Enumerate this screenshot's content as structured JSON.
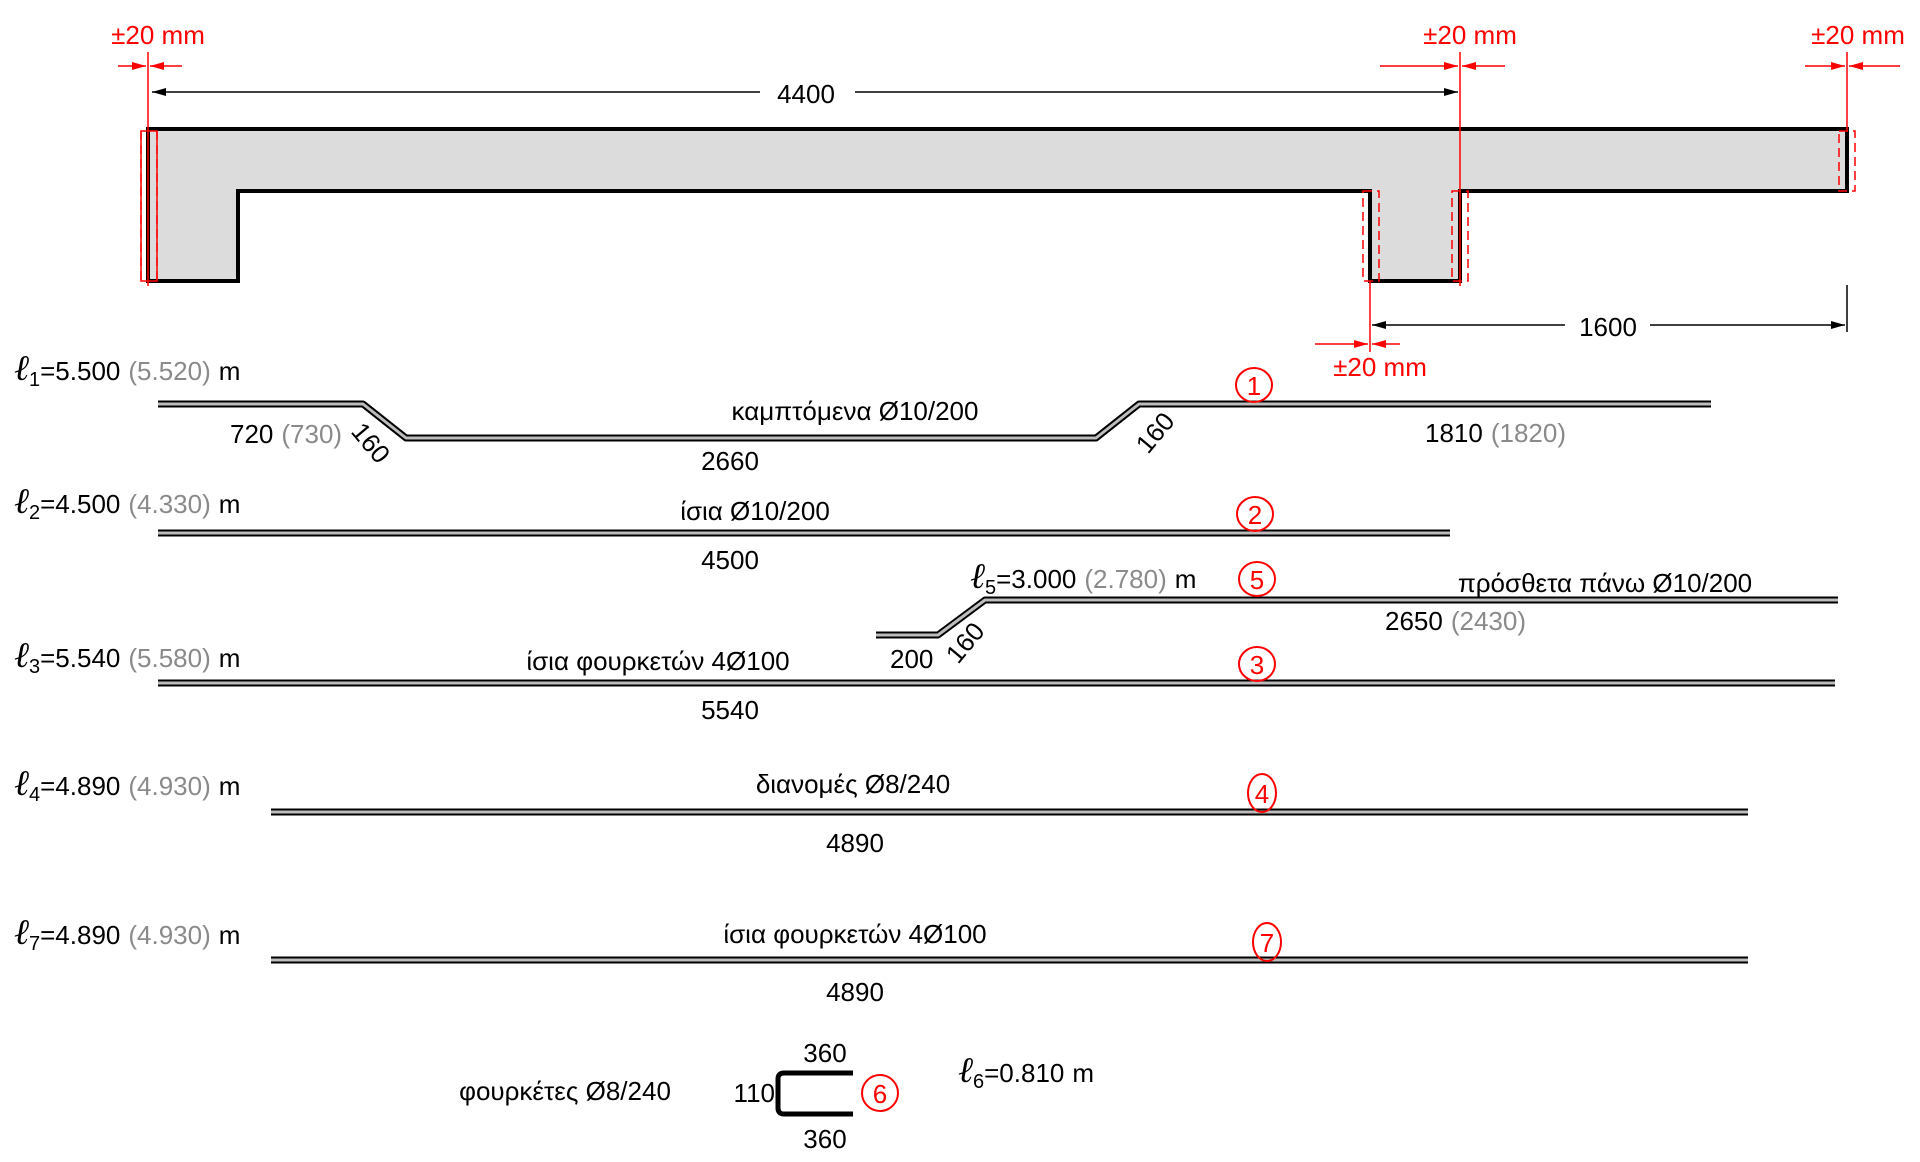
{
  "colors": {
    "concrete_fill": "#dcdcdc",
    "outline": "#000000",
    "tolerance": "#ff0000",
    "bar_fill": "#bdbdbd",
    "alt_value": "#8a8a8a"
  },
  "section": {
    "dim_main": "4400",
    "dim_cantilever": "1600",
    "tolerance_labels": [
      "±20 mm",
      "±20 mm",
      "±20 mm",
      "±20 mm"
    ]
  },
  "bars": [
    {
      "id": "1",
      "ell_sub": "1",
      "length": "=5.500",
      "alt_length": "(5.520)",
      "unit": "m",
      "label": "καμπτόμενα Ø10/200",
      "segments": {
        "left": "720",
        "left_alt": "(730)",
        "bend1": "160",
        "middle": "2660",
        "bend2": "160",
        "right": "1810",
        "right_alt": "(1820)"
      }
    },
    {
      "id": "2",
      "ell_sub": "2",
      "length": "=4.500",
      "alt_length": "(4.330)",
      "unit": "m",
      "label": "ίσια Ø10/200",
      "segments": {
        "total": "4500"
      }
    },
    {
      "id": "5",
      "ell_sub": "5",
      "length": "=3.000",
      "alt_length": "(2.780)",
      "unit": "m",
      "label": "πρόσθετα πάνω Ø10/200",
      "segments": {
        "left": "200",
        "bend": "160",
        "right": "2650",
        "right_alt": "(2430)"
      }
    },
    {
      "id": "3",
      "ell_sub": "3",
      "length": "=5.540",
      "alt_length": "(5.580)",
      "unit": "m",
      "label": "ίσια φουρκετών 4Ø100",
      "segments": {
        "total": "5540"
      }
    },
    {
      "id": "4",
      "ell_sub": "4",
      "length": "=4.890",
      "alt_length": "(4.930)",
      "unit": "m",
      "label": "διανομές Ø8/240",
      "segments": {
        "total": "4890"
      }
    },
    {
      "id": "7",
      "ell_sub": "7",
      "length": "=4.890",
      "alt_length": "(4.930)",
      "unit": "m",
      "label": "ίσια φουρκετών 4Ø100",
      "segments": {
        "total": "4890"
      }
    },
    {
      "id": "6",
      "ell_sub": "6",
      "length": "=0.810",
      "unit": "m",
      "label": "φουρκέτες Ø8/240",
      "segments": {
        "top": "360",
        "side": "110",
        "bottom": "360"
      }
    }
  ],
  "ell_symbol": "ℓ"
}
